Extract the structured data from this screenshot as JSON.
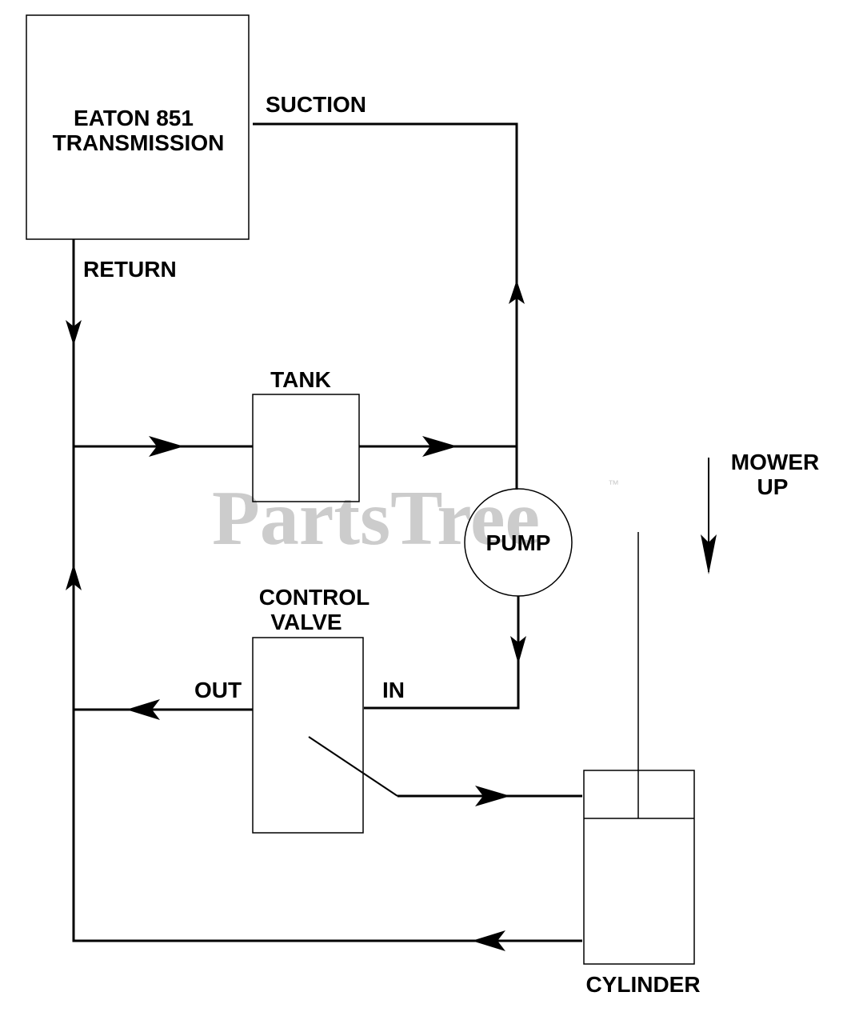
{
  "components": {
    "transmission": [
      "EATON 851",
      "TRANSMISSION"
    ],
    "tank": "TANK",
    "pump": "PUMP",
    "control_valve": [
      "CONTROL",
      "VALVE"
    ],
    "cylinder": "CYLINDER"
  },
  "line_labels": {
    "suction": "SUCTION",
    "return": "RETURN",
    "out": "OUT",
    "in": "IN"
  },
  "mower_up": [
    "MOWER",
    "UP"
  ],
  "watermark": {
    "text": "PartsTree",
    "trademark": "™"
  }
}
